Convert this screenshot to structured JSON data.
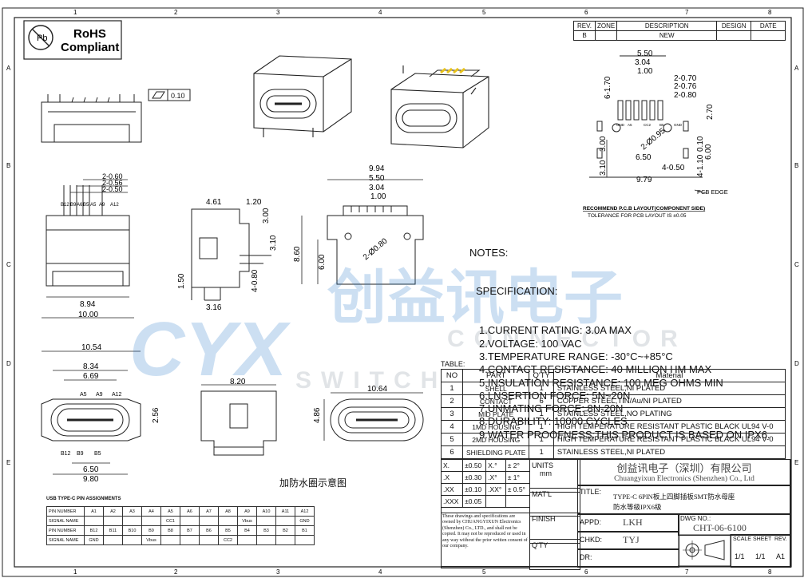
{
  "frame": {
    "col_labels": [
      "1",
      "2",
      "3",
      "4",
      "5",
      "6",
      "7",
      "8"
    ],
    "row_labels": [
      "A",
      "B",
      "C",
      "D",
      "E"
    ]
  },
  "rohs": {
    "line1": "RoHS",
    "line2": "Compliant",
    "pb": "Pb"
  },
  "revision": {
    "headers": [
      "REV.",
      "ZONE",
      "DESCRIPTION",
      "DESIGN",
      "DATE"
    ],
    "row": [
      "B",
      "",
      "NEW",
      "",
      ""
    ]
  },
  "dims": {
    "flatness": "0.10",
    "side": {
      "d1": "2-0.60",
      "d2": "2-0.56",
      "d3": "2-0.50",
      "w1": "8.94",
      "w2": "10.00",
      "pins": [
        "B12",
        "B9",
        "A6",
        "B5",
        "A5",
        "A9",
        "A12"
      ]
    },
    "profile": {
      "a": "4.61",
      "b": "1.20",
      "c": "3.00",
      "d": "3.10",
      "e": "1.50",
      "f": "4-0.80",
      "g": "3.16"
    },
    "front": {
      "a": "9.94",
      "b": "5.50",
      "c": "3.04",
      "d": "1.00",
      "e": "2-Ø0.80",
      "f": "8.60",
      "g": "6.00"
    },
    "pcb": {
      "a": "5.50",
      "b": "3.04",
      "c": "1.00",
      "d": "6-1.70",
      "e": "2-0.70",
      "f": "2-0.76",
      "g": "2-0.80",
      "h": "2.70",
      "i": "2-Ø0.95",
      "j": "3.00",
      "k": "0.10",
      "l": "6.00",
      "m": "6.50",
      "n": "3.10",
      "o": "4-0.50",
      "p": "4-1.10",
      "q": "9.79",
      "edge": "PCB EDGE",
      "rec": "RECOMMEND P.C.B LAYOUT(COMPONENT SIDE)",
      "tol": "TOLERANCE FOR PCB LAYOUT IS ±0.05",
      "labels": [
        "GND",
        "A5",
        "CC2",
        "B5",
        "GND"
      ]
    },
    "bottom": {
      "a": "10.54",
      "b": "8.34",
      "c": "6.69",
      "d": "2.56",
      "e": "6.50",
      "f": "9.80",
      "top_pins": [
        "A5",
        "A9",
        "A12"
      ],
      "bot_pins": [
        "B12",
        "B9",
        "B5"
      ]
    },
    "mid": {
      "a": "8.20"
    },
    "seal": {
      "a": "10.64",
      "b": "4.86"
    },
    "seal_caption": "加防水圈示意图"
  },
  "notes": {
    "heading": "NOTES:",
    "sub": "SPECIFICATION:",
    "items": [
      "1.CURRENT RATING: 3.0A MAX",
      "2.VOLTAGE: 100 VAC",
      "3.TEMPERATURE RANGE: -30°C~+85°C",
      "4.CONTACT RESISTANCE: 40 MILLION HM MAX",
      "5.INSULATION RESISTANCE: 100 MEG OHMS MIN",
      "6.LNSERTION FORCE: 5N~20N",
      "7.UNMATING FORCE: 8N-20N",
      "8.DURABILITY: 10000 CYCLES",
      "9.WATER PROOFNESS:THIS PRODUCT IS BASED ON IPX6."
    ]
  },
  "watermark": {
    "brand": "CYX",
    "cn": "创益讯电子",
    "en1": "SWITCH",
    "en2": "CONNECTOR"
  },
  "bom": {
    "caption": "TABLE:",
    "headers": [
      "NO",
      "PART",
      "Q'TY",
      "Material"
    ],
    "rows": [
      [
        "1",
        "SHELL",
        "1",
        "STAINLESS STEEL,NI PLATED"
      ],
      [
        "2",
        "CONTACT",
        "6",
        "COPPER STEEL,TIN/Au/NI PLATED"
      ],
      [
        "3",
        "MID PLATE",
        "1",
        "STAINLESS STEEL,NO PLATING"
      ],
      [
        "4",
        "1MD HOUSING",
        "1",
        "HIGH TEMPERATURE RESISTANT PLASTIC BLACK UL94 V-0"
      ],
      [
        "5",
        "2MD HOUSING",
        "1",
        "HIGH TEMPERATURE RESISTANT PLASTIC BLACK UL94 V-0"
      ],
      [
        "6",
        "SHIELDING PLATE",
        "1",
        "STAINLESS STEEL,NI PLATED"
      ]
    ]
  },
  "tolerance": {
    "rows": [
      [
        "X.",
        "±0.50",
        "X.°",
        "± 2°"
      ],
      [
        ".X",
        "±0.30",
        ".X°",
        "± 1°"
      ],
      [
        ".XX",
        "±0.10",
        ".XX°",
        "± 0.5°"
      ],
      [
        ".XXX",
        "±0.05",
        "",
        ""
      ]
    ],
    "units": "UNITS",
    "mm": "mm",
    "matl": "MAT'L",
    "finish": "FINISH",
    "qty": "Q'TY",
    "legal": "These drawings and specifications are owned by CHUANGYIXUN Electronics (Shenzhen) Co., LTD., and shall not be copied. It may not be reproduced or used in any way without the prior written consent of our company."
  },
  "title_block": {
    "company_cn": "创益讯电子（深圳）有限公司",
    "company_en": "Chuangyixun Electronics (Shenzhen) Co., Ltd",
    "title_label": "TITLE:",
    "title1": "TYPE-C 6PIN板上四脚插板SMT防水母座",
    "title2": "防水等级IPX6级",
    "appd_label": "APPD:",
    "appd": "LKH",
    "chkd_label": "CHKD:",
    "chkd": "TYJ",
    "dr_label": "DR:",
    "dwg_label": "DWG NO.:",
    "dwg": "CHT-06-6100",
    "scale_label": "SCALE",
    "sheet_label": "SHEET",
    "rev_label": "REV.",
    "scale": "1/1",
    "sheet": "1/1",
    "rev": "A1"
  },
  "pin_table": {
    "caption": "USB TYPE-C PIN ASSIGNMENTS",
    "rows": [
      [
        "PIN NUMBER",
        "A1",
        "A2",
        "A3",
        "A4",
        "A5",
        "A6",
        "A7",
        "A8",
        "A9",
        "A10",
        "A11",
        "A12"
      ],
      [
        "SIGNAL NAME",
        "",
        "",
        "",
        "",
        "CC1",
        "",
        "",
        "",
        "Vbus",
        "",
        "",
        "GND"
      ],
      [
        "PIN NUMBER",
        "B12",
        "B11",
        "B10",
        "B9",
        "B8",
        "B7",
        "B6",
        "B5",
        "B4",
        "B3",
        "B2",
        "B1"
      ],
      [
        "SIGNAL NAME",
        "GND",
        "",
        "",
        "Vbus",
        "",
        "",
        "",
        "CC2",
        "",
        "",
        "",
        ""
      ]
    ]
  }
}
